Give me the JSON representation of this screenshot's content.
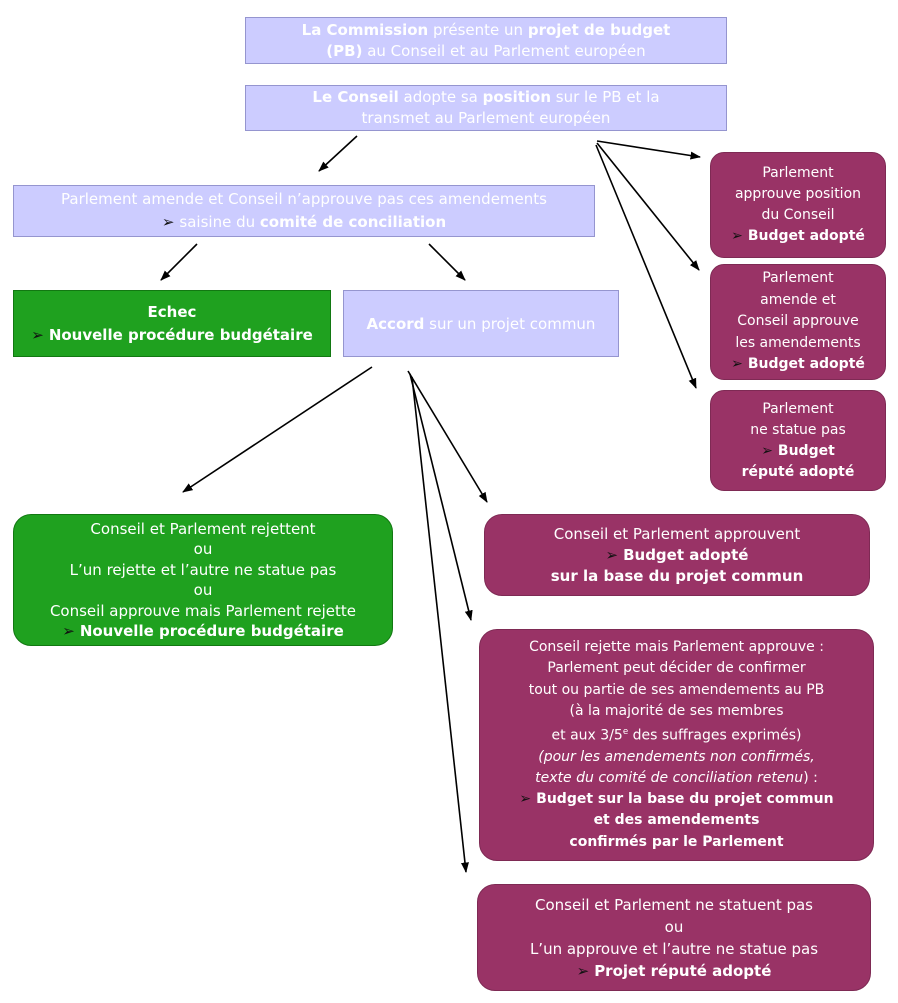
{
  "colors": {
    "lavender": "#ccccff",
    "green": "#1fa11f",
    "plum": "#993366",
    "arrow": "#000000",
    "bullet": "#111111"
  },
  "glyphs": {
    "arrow_bullet": "➢"
  },
  "boxes": {
    "commission": {
      "l1b1": "La Commission",
      "l1n1": " présente un ",
      "l1b2": "projet de budget",
      "l2b1": "(PB)",
      "l2n1": " au Conseil et au Parlement européen"
    },
    "conseil": {
      "l1b1": "Le Conseil",
      "l1n1": " adopte sa ",
      "l1b2": "position",
      "l1n2": " sur le PB et la",
      "l2": "transmet au Parlement européen"
    },
    "amende": {
      "l1": "Parlement amende et Conseil n’approuve pas ces amendements",
      "l2n1": "saisine du ",
      "l2b1": "comité de conciliation"
    },
    "echec": {
      "l1": "Echec",
      "l2": "Nouvelle procédure budgétaire"
    },
    "accord": {
      "b1": "Accord",
      "n1": " sur un projet commun"
    },
    "approuve_position": {
      "l1": "Parlement",
      "l2": "approuve position",
      "l3": "du Conseil",
      "l4": "Budget adopté"
    },
    "amende_approuve": {
      "l1": "Parlement",
      "l2": "amende et",
      "l3": "Conseil approuve",
      "l4": "les amendements",
      "l5": "Budget adopté"
    },
    "ne_statue": {
      "l1": "Parlement",
      "l2": "ne statue pas",
      "l3": "Budget",
      "l4": "réputé adopté"
    },
    "rejet": {
      "l1": "Conseil et Parlement rejettent",
      "l2": "ou",
      "l3": "L’un rejette et l’autre ne statue pas",
      "l4": "ou",
      "l5": "Conseil approuve mais Parlement rejette",
      "l6": "Nouvelle procédure budgétaire"
    },
    "approbation": {
      "l1": "Conseil et Parlement approuvent",
      "l2": "Budget adopté",
      "l3": "sur la base du projet commun"
    },
    "confirmation": {
      "l1": "Conseil rejette mais Parlement approuve :",
      "l2": "Parlement peut décider de confirmer",
      "l3": "tout ou partie de ses amendements au PB",
      "l4": "(à la majorité de ses membres",
      "l5a": "et aux 3/5",
      "l5sup": "e",
      "l5b": " des suffrages exprimés)",
      "l6": "(pour les amendements non confirmés,",
      "l7i": "texte du comité de conciliation retenu",
      "l7n": ") :",
      "l8": "Budget sur la base du projet commun",
      "l9": "et des amendements",
      "l10": "confirmés par le Parlement"
    },
    "statuent": {
      "l1": "Conseil et Parlement ne statuent pas",
      "l2": "ou",
      "l3": "L’un approuve et l’autre ne statue pas",
      "l4": "Projet réputé adopté"
    }
  },
  "edges": [
    {
      "from": "conseil-position",
      "to": "parlement-amende-conciliation"
    },
    {
      "from": "conseil-position",
      "to": "parlement-approuve-position"
    },
    {
      "from": "conseil-position",
      "to": "parlement-amende-conseil-approuve"
    },
    {
      "from": "conseil-position",
      "to": "parlement-ne-statue-pas"
    },
    {
      "from": "parlement-amende-conciliation",
      "to": "echec"
    },
    {
      "from": "parlement-amende-conciliation",
      "to": "accord"
    },
    {
      "from": "accord",
      "to": "rejet"
    },
    {
      "from": "accord",
      "to": "approbation"
    },
    {
      "from": "accord",
      "to": "confirmation-amendements"
    },
    {
      "from": "accord",
      "to": "ne-statuent-pas"
    }
  ]
}
